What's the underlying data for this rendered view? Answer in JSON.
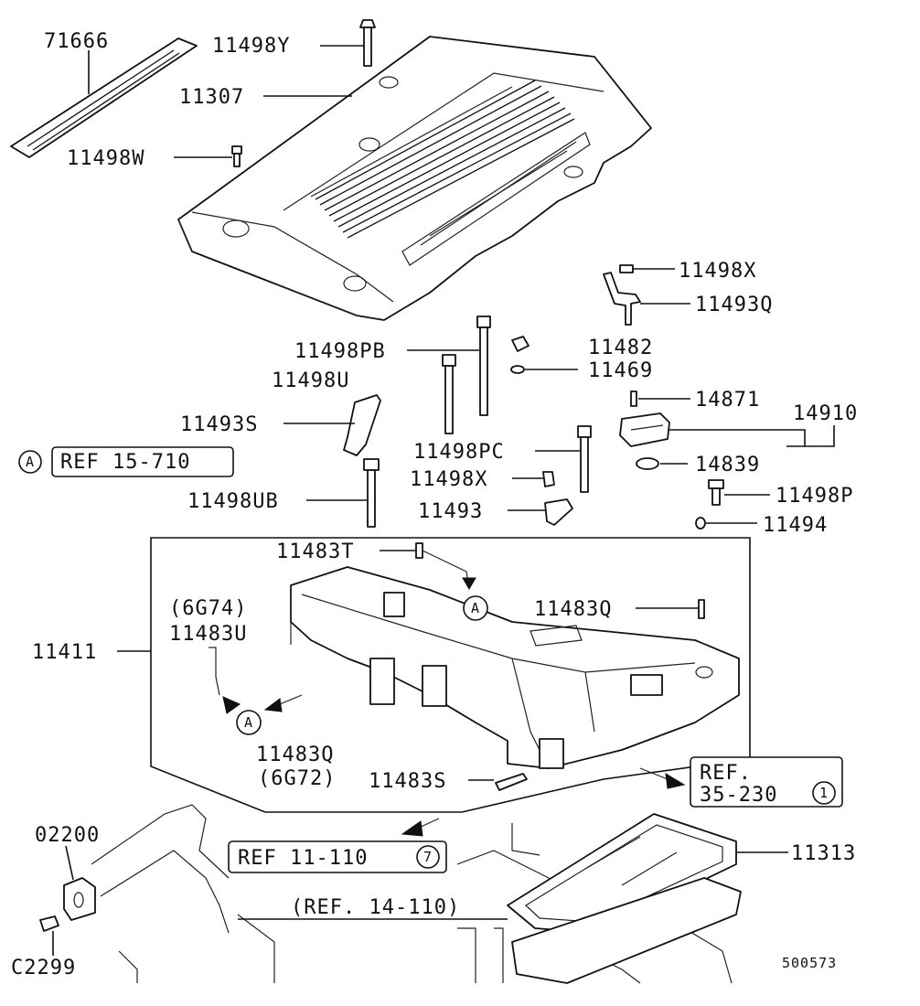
{
  "parts": {
    "p71666": "71666",
    "p11498Y": "11498Y",
    "p11307": "11307",
    "p11498W": "11498W",
    "p11498X_top": "11498X",
    "p11493Q": "11493Q",
    "p11498PB": "11498PB",
    "p11482": "11482",
    "p11469": "11469",
    "p11498U": "11498U",
    "p14871": "14871",
    "p14910": "14910",
    "p11493S": "11493S",
    "p11498PC": "11498PC",
    "p14839": "14839",
    "p11498X_mid": "11498X",
    "p11498UB": "11498UB",
    "p11493": "11493",
    "p11498P": "11498P",
    "p11494": "11494",
    "p11483T": "11483T",
    "p11483Q_top": "11483Q",
    "p6G74": "(6G74)",
    "p11483U": "11483U",
    "p11411": "11411",
    "p11483Q_bot": "11483Q",
    "p6G72": "(6G72)",
    "p11483S": "11483S",
    "p02200": "02200",
    "p11313": "11313",
    "pC2299": "C2299"
  },
  "refs": {
    "ref15_text": "REF 15-710",
    "ref15_marker": "A",
    "ref35_line1": "REF.",
    "ref35_line2": "35-230",
    "ref35_marker": "1",
    "ref11_text": "REF 11-110",
    "ref11_marker": "7",
    "ref14_text": "(REF. 14-110)",
    "arrowA1": "A",
    "arrowA2": "A"
  },
  "drawing_no": "500573"
}
